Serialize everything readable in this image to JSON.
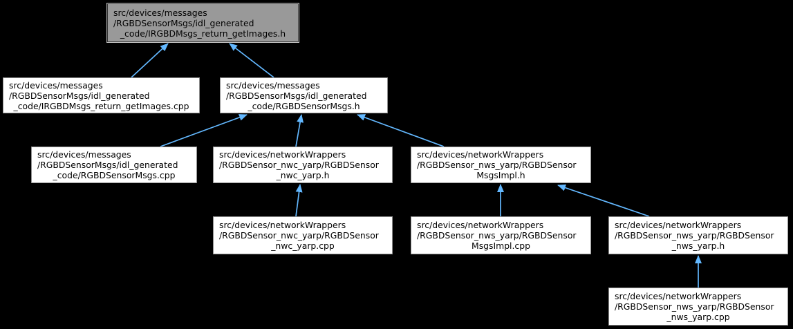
{
  "diagram": {
    "type": "include-dependency-graph",
    "background_color": "#000000",
    "edge_color": "#63b8ff",
    "node_fill": "#ffffff",
    "node_border": "#8f8f8f",
    "highlight_node_fill": "#999999",
    "nodes": [
      {
        "id": "irgbdmsgs-return-getimages-h",
        "highlighted": true,
        "path": "src/devices/messages/RGBDSensorMsgs/idl_generated_code/IRGBDMsgs_return_getImages.h",
        "lines": [
          "src/devices/messages",
          "/RGBDSensorMsgs/idl_generated",
          "_code/IRGBDMsgs_return_getImages.h"
        ]
      },
      {
        "id": "irgbdmsgs-return-getimages-cpp",
        "highlighted": false,
        "path": "src/devices/messages/RGBDSensorMsgs/idl_generated_code/IRGBDMsgs_return_getImages.cpp",
        "lines": [
          "src/devices/messages",
          "/RGBDSensorMsgs/idl_generated",
          "_code/IRGBDMsgs_return_getImages.cpp"
        ]
      },
      {
        "id": "rgbdsensormsgs-h",
        "highlighted": false,
        "path": "src/devices/messages/RGBDSensorMsgs/idl_generated_code/RGBDSensorMsgs.h",
        "lines": [
          "src/devices/messages",
          "/RGBDSensorMsgs/idl_generated",
          "_code/RGBDSensorMsgs.h"
        ]
      },
      {
        "id": "rgbdsensormsgs-cpp",
        "highlighted": false,
        "path": "src/devices/messages/RGBDSensorMsgs/idl_generated_code/RGBDSensorMsgs.cpp",
        "lines": [
          "src/devices/messages",
          "/RGBDSensorMsgs/idl_generated",
          "_code/RGBDSensorMsgs.cpp"
        ]
      },
      {
        "id": "rgbdsensor-nwc-yarp-h",
        "highlighted": false,
        "path": "src/devices/networkWrappers/RGBDSensor_nwc_yarp/RGBDSensor_nwc_yarp.h",
        "lines": [
          "src/devices/networkWrappers",
          "/RGBDSensor_nwc_yarp/RGBDSensor",
          "_nwc_yarp.h"
        ]
      },
      {
        "id": "rgbdsensormsgsimpl-h",
        "highlighted": false,
        "path": "src/devices/networkWrappers/RGBDSensor_nws_yarp/RGBDSensorMsgsImpl.h",
        "lines": [
          "src/devices/networkWrappers",
          "/RGBDSensor_nws_yarp/RGBDSensor",
          "MsgsImpl.h"
        ]
      },
      {
        "id": "rgbdsensor-nwc-yarp-cpp",
        "highlighted": false,
        "path": "src/devices/networkWrappers/RGBDSensor_nwc_yarp/RGBDSensor_nwc_yarp.cpp",
        "lines": [
          "src/devices/networkWrappers",
          "/RGBDSensor_nwc_yarp/RGBDSensor",
          "_nwc_yarp.cpp"
        ]
      },
      {
        "id": "rgbdsensormsgsimpl-cpp",
        "highlighted": false,
        "path": "src/devices/networkWrappers/RGBDSensor_nws_yarp/RGBDSensorMsgsImpl.cpp",
        "lines": [
          "src/devices/networkWrappers",
          "/RGBDSensor_nws_yarp/RGBDSensor",
          "MsgsImpl.cpp"
        ]
      },
      {
        "id": "rgbdsensor-nws-yarp-h",
        "highlighted": false,
        "path": "src/devices/networkWrappers/RGBDSensor_nws_yarp/RGBDSensor_nws_yarp.h",
        "lines": [
          "src/devices/networkWrappers",
          "/RGBDSensor_nws_yarp/RGBDSensor",
          "_nws_yarp.h"
        ]
      },
      {
        "id": "rgbdsensor-nws-yarp-cpp",
        "highlighted": false,
        "path": "src/devices/networkWrappers/RGBDSensor_nws_yarp/RGBDSensor_nws_yarp.cpp",
        "lines": [
          "src/devices/networkWrappers",
          "/RGBDSensor_nws_yarp/RGBDSensor",
          "_nws_yarp.cpp"
        ]
      }
    ],
    "edges": [
      {
        "from": "irgbdmsgs-return-getimages-cpp",
        "to": "irgbdmsgs-return-getimages-h"
      },
      {
        "from": "rgbdsensormsgs-h",
        "to": "irgbdmsgs-return-getimages-h"
      },
      {
        "from": "rgbdsensormsgs-cpp",
        "to": "rgbdsensormsgs-h"
      },
      {
        "from": "rgbdsensor-nwc-yarp-h",
        "to": "rgbdsensormsgs-h"
      },
      {
        "from": "rgbdsensormsgsimpl-h",
        "to": "rgbdsensormsgs-h"
      },
      {
        "from": "rgbdsensor-nwc-yarp-cpp",
        "to": "rgbdsensor-nwc-yarp-h"
      },
      {
        "from": "rgbdsensormsgsimpl-cpp",
        "to": "rgbdsensormsgsimpl-h"
      },
      {
        "from": "rgbdsensor-nws-yarp-h",
        "to": "rgbdsensormsgsimpl-h"
      },
      {
        "from": "rgbdsensor-nws-yarp-cpp",
        "to": "rgbdsensor-nws-yarp-h"
      }
    ]
  }
}
